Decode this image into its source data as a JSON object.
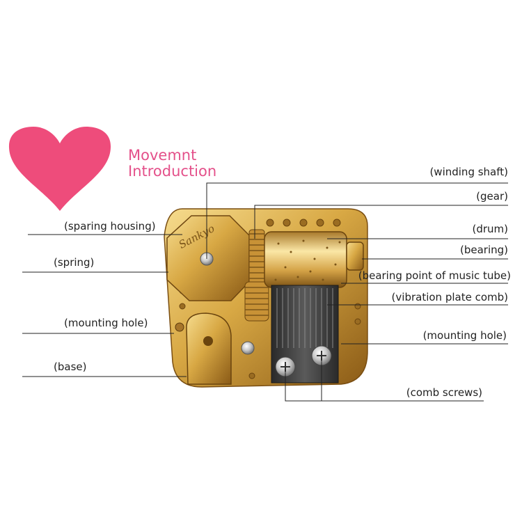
{
  "title": {
    "line1": "Movemnt",
    "line2": "Introduction"
  },
  "colors": {
    "heart": "#ee4c7b",
    "title_text": "#e4508a",
    "gold_light": "#f6dc8e",
    "gold_mid": "#d8a844",
    "gold_dark": "#8a5a16",
    "comb_dark": "#3a3a3a",
    "leader_line": "#222222"
  },
  "labels": {
    "winding_shaft": "(winding shaft)",
    "gear": "(gear)",
    "drum": "(drum)",
    "bearing": "(bearing)",
    "bearing_point": "(bearing point of music tube)",
    "vibration_comb": "(vibration plate comb)",
    "mounting_hole_right": "(mounting hole)",
    "comb_screws": "(comb screws)",
    "sparing_housing": "(sparing housing)",
    "spring": "(spring)",
    "mounting_hole_left": "(mounting hole)",
    "base": "(base)"
  },
  "housing_engraving": "Sankyo"
}
